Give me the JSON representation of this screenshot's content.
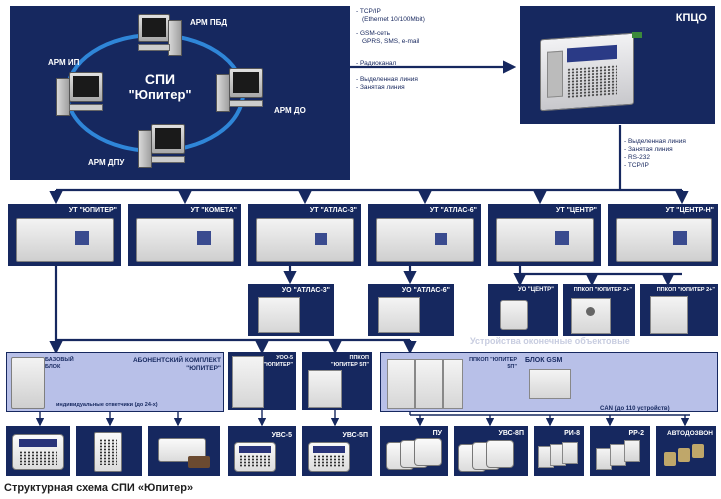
{
  "spi": {
    "title_line1": "СПИ",
    "title_line2": "\"Юпитер\"",
    "arm_pbd": "АРМ ПБД",
    "arm_ip": "АРМ ИП",
    "arm_do": "АРМ ДО",
    "arm_dpu": "АРМ ДПУ"
  },
  "channels_top": [
    "- TCP/IP",
    "(Ethernet 10/100Mbit)",
    "- GSM-сеть",
    "GPRS, SMS, e-mail",
    "- Радиоканал",
    "- Выделенная линия",
    "- Занятая линия"
  ],
  "kpco": {
    "title": "КПЦО"
  },
  "channels_right": [
    "- Выделенная линия",
    "- Занятая линия",
    "- RS-232",
    "- TCP/IP"
  ],
  "ut": [
    "УТ \"ЮПИТЕР\"",
    "УТ \"КОМЕТА\"",
    "УТ \"АТЛАС-3\"",
    "УТ \"АТЛАС-6\"",
    "УТ \"ЦЕНТР\"",
    "УТ \"ЦЕНТР-Н\""
  ],
  "uo": {
    "atlas3": "УО \"АТЛАС-3\"",
    "atlas6": "УО \"АТЛАС-6\"",
    "centr": "УО \"ЦЕНТР\"",
    "ppkop2": "ППКОП \"ЮПИТЕР 2+\"",
    "ppkop2b": "ППКОП \"ЮПИТЕР 2+\""
  },
  "bottom": {
    "base_block": "БАЗОВЫЙ БЛОК",
    "abon_kit": "АБОНЕНТСКИЙ КОМПЛЕКТ \"ЮПИТЕР\"",
    "ind_resp": "индивидуальные ответчики (до 24-х)",
    "uoo5": "УОО-5 \"ЮПИТЕР\"",
    "uvs5": "УВС-5",
    "ppkop5p_a": "ППКОП \"ЮПИТЕР 5П\"",
    "uvs5p": "УВС-5П",
    "ppkop5p_b": "ППКОП \"ЮПИТЕР 5П\"",
    "gsm": "БЛОК GSM",
    "can": "CAN (до 110 устройств)",
    "pu": "ПУ",
    "uvs8p": "УВС-8П",
    "ri8": "РИ-8",
    "rr2": "РР-2",
    "avtodozvon": "АВТОДОЗВОН"
  },
  "caption": "Структурная схема СПИ «Юпитер»",
  "watermark": "Устройства оконечные объектовые"
}
